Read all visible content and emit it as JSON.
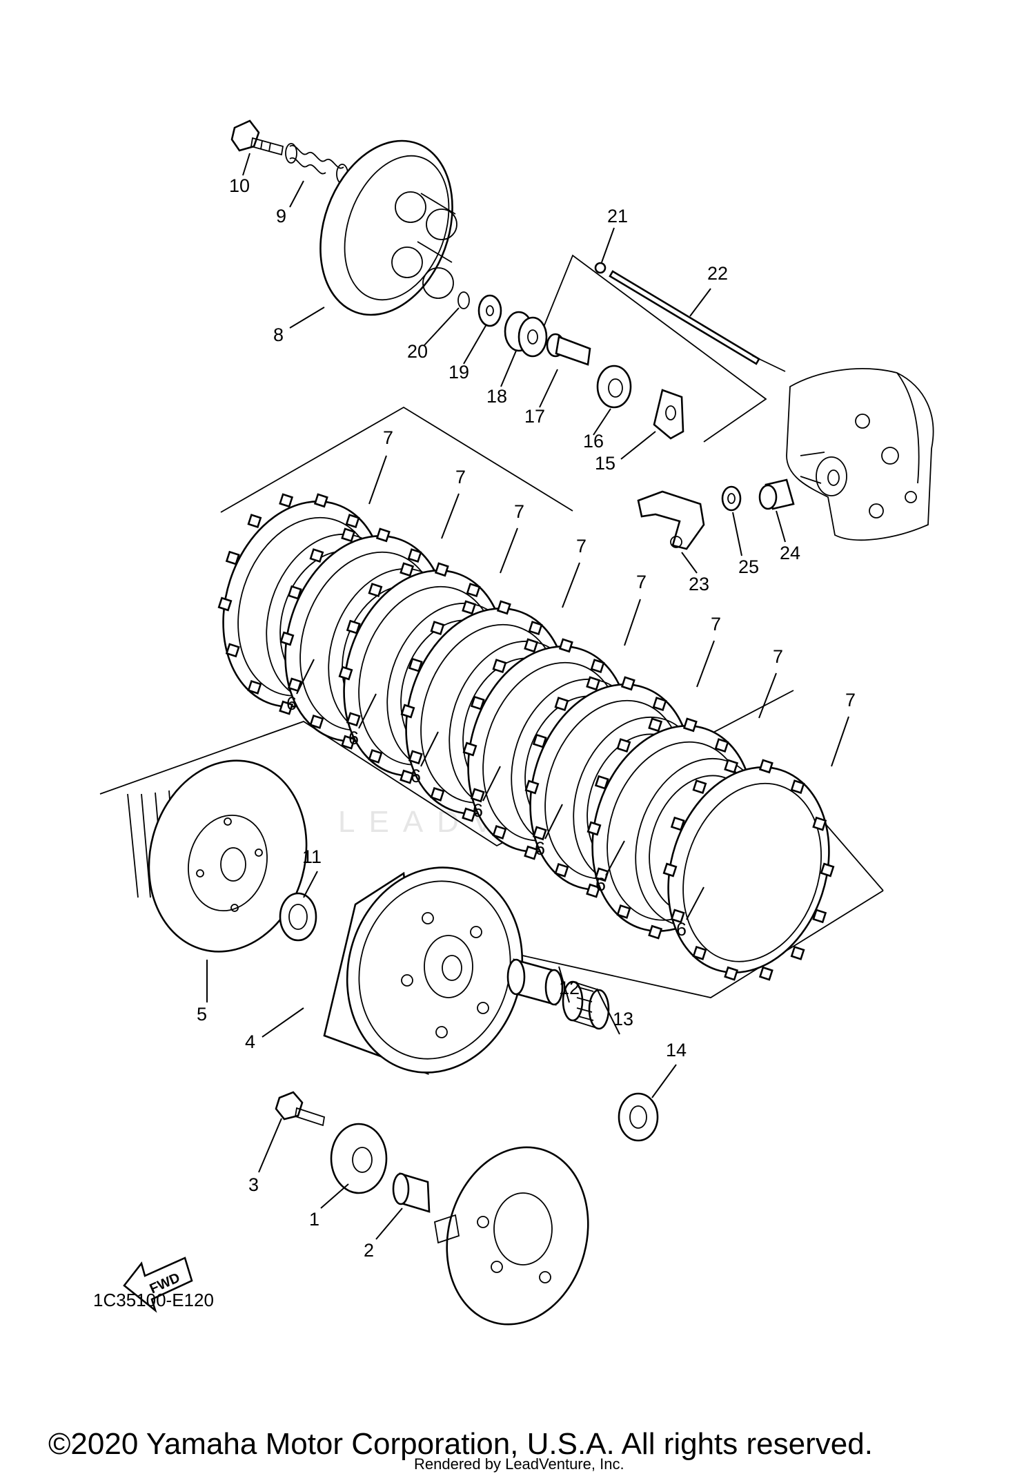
{
  "diagram_code": "1C35100-E120",
  "fwd_arrow_label": "FWD",
  "watermark": "LEADVENTURE",
  "copyright": "©2020 Yamaha Motor Corporation, U.S.A. All rights reserved.",
  "render_credit": "Rendered by LeadVenture, Inc.",
  "callouts": [
    {
      "id": "p10",
      "number": "10"
    },
    {
      "id": "p9",
      "number": "9"
    },
    {
      "id": "p8",
      "number": "8"
    },
    {
      "id": "p21",
      "number": "21"
    },
    {
      "id": "p22",
      "number": "22"
    },
    {
      "id": "p20",
      "number": "20"
    },
    {
      "id": "p19",
      "number": "19"
    },
    {
      "id": "p18",
      "number": "18"
    },
    {
      "id": "p17",
      "number": "17"
    },
    {
      "id": "p16",
      "number": "16"
    },
    {
      "id": "p15",
      "number": "15"
    },
    {
      "id": "p25",
      "number": "25"
    },
    {
      "id": "p24",
      "number": "24"
    },
    {
      "id": "p23",
      "number": "23"
    },
    {
      "id": "p7a",
      "number": "7"
    },
    {
      "id": "p7b",
      "number": "7"
    },
    {
      "id": "p7c",
      "number": "7"
    },
    {
      "id": "p7d",
      "number": "7"
    },
    {
      "id": "p7e",
      "number": "7"
    },
    {
      "id": "p7f",
      "number": "7"
    },
    {
      "id": "p7g",
      "number": "7"
    },
    {
      "id": "p7h",
      "number": "7"
    },
    {
      "id": "p6a",
      "number": "6"
    },
    {
      "id": "p6b",
      "number": "6"
    },
    {
      "id": "p6c",
      "number": "6"
    },
    {
      "id": "p6d",
      "number": "6"
    },
    {
      "id": "p6e",
      "number": "6"
    },
    {
      "id": "p6f",
      "number": "6"
    },
    {
      "id": "p6g",
      "number": "6"
    },
    {
      "id": "p11",
      "number": "11"
    },
    {
      "id": "p5",
      "number": "5"
    },
    {
      "id": "p4",
      "number": "4"
    },
    {
      "id": "p12",
      "number": "12"
    },
    {
      "id": "p13",
      "number": "13"
    },
    {
      "id": "p14",
      "number": "14"
    },
    {
      "id": "p3",
      "number": "3"
    },
    {
      "id": "p1",
      "number": "1"
    },
    {
      "id": "p2",
      "number": "2"
    }
  ]
}
